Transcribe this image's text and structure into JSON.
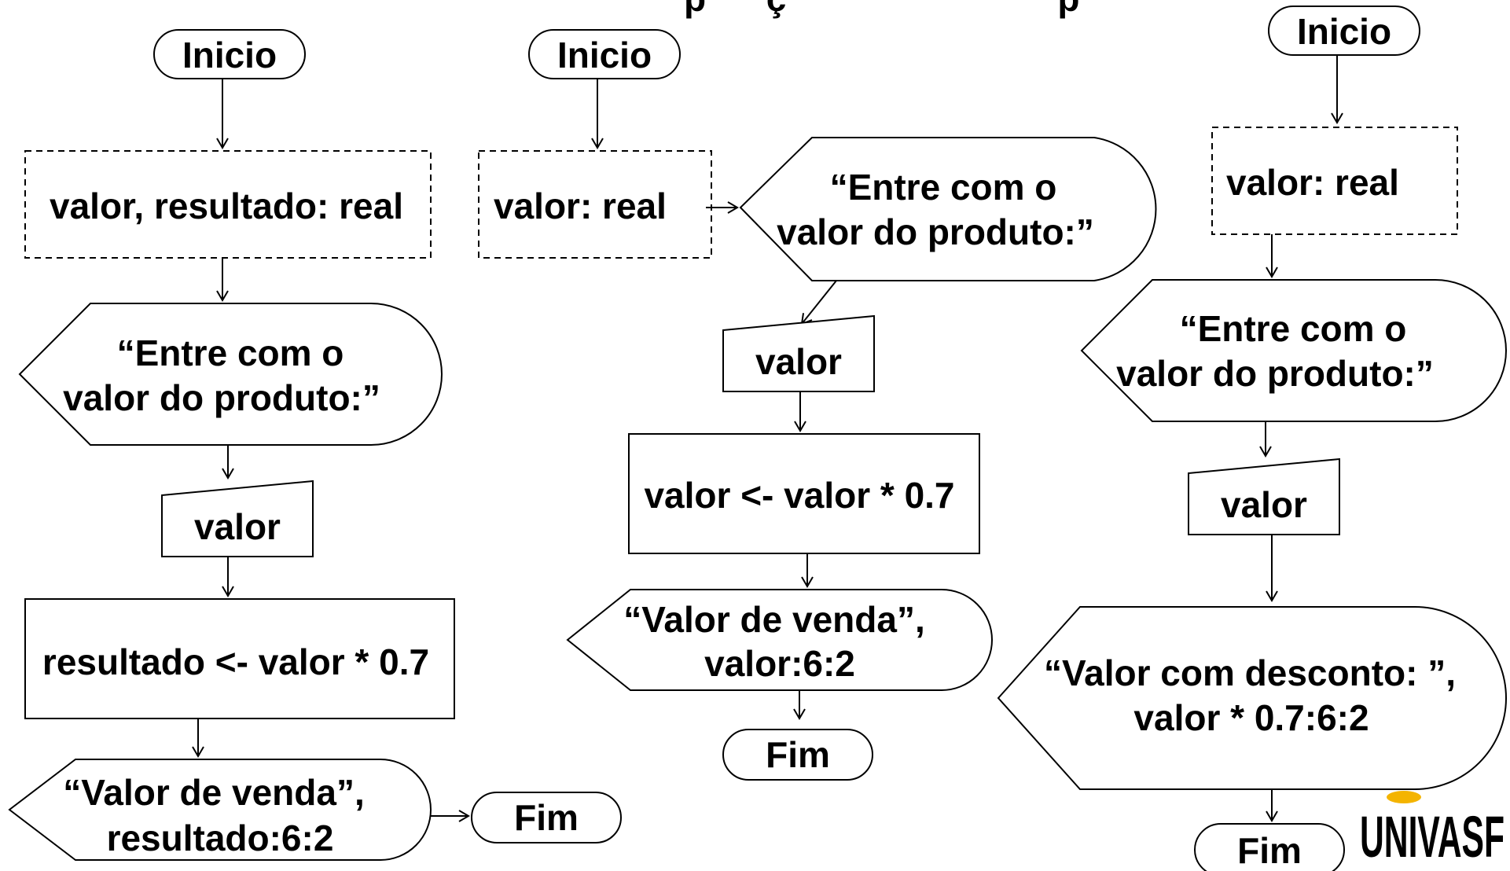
{
  "diagram": {
    "title_partial": "p      ç                           p",
    "flow1": {
      "start": "Inicio",
      "declare": "valor, resultado: real",
      "prompt": [
        "“Entre com o",
        "valor do produto:”"
      ],
      "input": "valor",
      "process": "resultado <- valor * 0.7",
      "output": [
        "“Valor de venda”,",
        "resultado:6:2"
      ],
      "end": "Fim"
    },
    "flow2": {
      "start": "Inicio",
      "declare": "valor: real",
      "prompt": [
        "“Entre com o",
        "valor do produto:”"
      ],
      "input": "valor",
      "process": "valor <- valor * 0.7",
      "output": [
        "“Valor de venda”,",
        "valor:6:2"
      ],
      "end": "Fim"
    },
    "flow3": {
      "start": "Inicio",
      "declare": "valor: real",
      "prompt": [
        "“Entre com o",
        "valor do produto:”"
      ],
      "input": "valor",
      "output": [
        "“Valor com desconto: ”,",
        "valor * 0.7:6:2"
      ],
      "end": "Fim"
    }
  },
  "logo": {
    "text": "UNIVASF",
    "accent": "#F4B400"
  }
}
